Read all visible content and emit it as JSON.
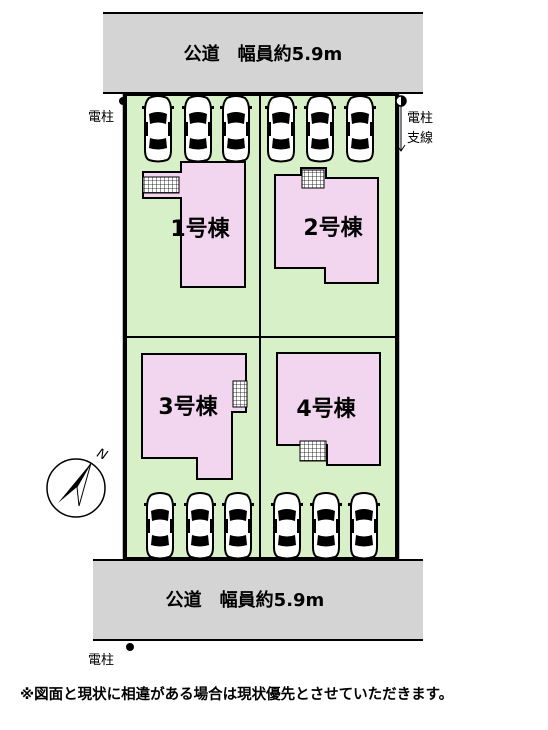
{
  "road_top": {
    "label": "公道　幅員約5.9m"
  },
  "road_bottom": {
    "label": "公道　幅員約5.9m"
  },
  "pole_top_left": {
    "label": "電柱"
  },
  "pole_top_right": {
    "label": "電柱",
    "sub_label": "支線"
  },
  "pole_bottom": {
    "label": "電柱"
  },
  "compass": {
    "north_label": "N"
  },
  "lots": [
    {
      "label": "1号棟"
    },
    {
      "label": "2号棟"
    },
    {
      "label": "3号棟"
    },
    {
      "label": "4号棟"
    }
  ],
  "footnote": "※図面と現状に相違がある場合は現状優先とさせていただきます。",
  "colors": {
    "road": "#d4d4d4",
    "lot_fill": "#d8f0c8",
    "lot_border": "#000000",
    "house_fill": "#f2d6f0",
    "car_body": "#ffffff",
    "car_outline": "#000000"
  }
}
